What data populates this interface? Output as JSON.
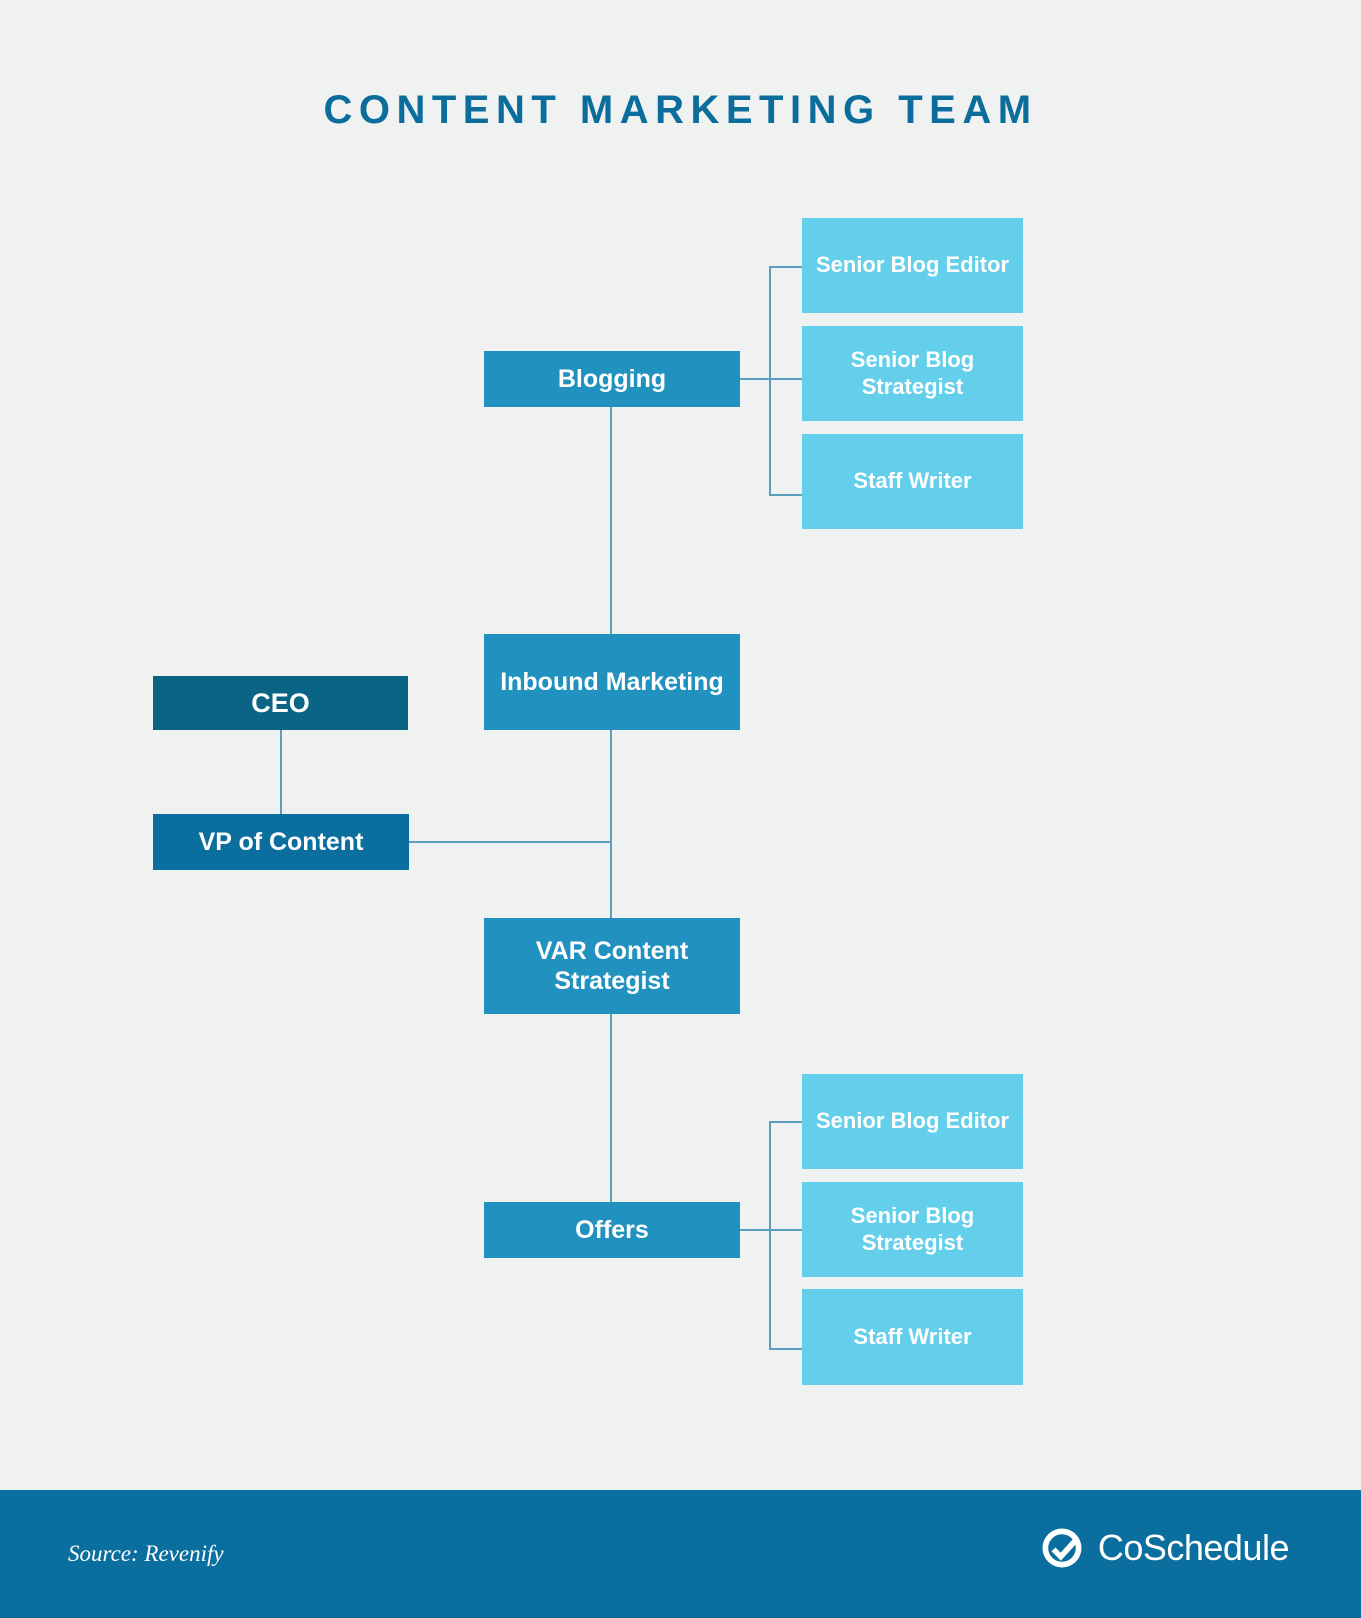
{
  "title": "CONTENT MARKETING TEAM",
  "colors": {
    "background": "#f0f2f1",
    "title": "#0b6d9c",
    "ceo": "#0a6585",
    "exec": "#0a6e9e",
    "mid": "#2191bf",
    "leaf": "#64cfea",
    "connector": "#5b9fbf",
    "footer_band": "#0a6e9e",
    "node_text": "#ffffff"
  },
  "nodes": {
    "ceo": "CEO",
    "vp_of_content": "VP of Content",
    "inbound_marketing": "Inbound Marketing",
    "var_content_strategist": "VAR Content Strategist",
    "blogging": "Blogging",
    "offers": "Offers",
    "blogging_reports": [
      "Senior Blog Editor",
      "Senior Blog Strategist",
      "Staff Writer"
    ],
    "offers_reports": [
      "Senior Blog Editor",
      "Senior Blog Strategist",
      "Staff Writer"
    ]
  },
  "footer": {
    "source": "Source: Revenify",
    "brand": "CoSchedule",
    "logo_icon": "check-circle-icon"
  }
}
